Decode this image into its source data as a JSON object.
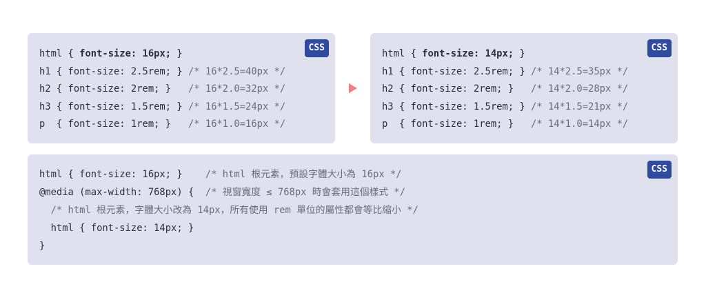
{
  "badge_label": "CSS",
  "accent_color": "#2f4a9f",
  "arrow_color": "#f08080",
  "card1": {
    "lines": [
      {
        "pre": "html { ",
        "bold": "font-size: 16px;",
        "post": " }",
        "comment": ""
      },
      {
        "pre": "h1 { font-size: 2.5rem; } ",
        "bold": "",
        "post": "",
        "comment": "/* 16*2.5=40px */"
      },
      {
        "pre": "h2 { font-size: 2rem; }   ",
        "bold": "",
        "post": "",
        "comment": "/* 16*2.0=32px */"
      },
      {
        "pre": "h3 { font-size: 1.5rem; } ",
        "bold": "",
        "post": "",
        "comment": "/* 16*1.5=24px */"
      },
      {
        "pre": "p  { font-size: 1rem; }   ",
        "bold": "",
        "post": "",
        "comment": "/* 16*1.0=16px */"
      }
    ]
  },
  "card2": {
    "lines": [
      {
        "pre": "html { ",
        "bold": "font-size: 14px;",
        "post": " }",
        "comment": ""
      },
      {
        "pre": "h1 { font-size: 2.5rem; } ",
        "bold": "",
        "post": "",
        "comment": "/* 14*2.5=35px */"
      },
      {
        "pre": "h2 { font-size: 2rem; }   ",
        "bold": "",
        "post": "",
        "comment": "/* 14*2.0=28px */"
      },
      {
        "pre": "h3 { font-size: 1.5rem; } ",
        "bold": "",
        "post": "",
        "comment": "/* 14*1.5=21px */"
      },
      {
        "pre": "p  { font-size: 1rem; }   ",
        "bold": "",
        "post": "",
        "comment": "/* 14*1.0=14px */"
      }
    ]
  },
  "card3": {
    "lines": [
      {
        "pre": "html { font-size: 16px; }    ",
        "bold": "",
        "post": "",
        "comment": "/* html 根元素，預設字體大小為 16px */"
      },
      {
        "pre": "@media (max-width: 768px) {  ",
        "bold": "",
        "post": "",
        "comment": "/* 視窗寬度 ≤ 768px 時會套用這個樣式 */"
      },
      {
        "pre": "  ",
        "bold": "",
        "post": "",
        "comment": "/* html 根元素，字體大小改為 14px，所有使用 rem 單位的屬性都會等比縮小 */"
      },
      {
        "pre": "  html { font-size: 14px; }",
        "bold": "",
        "post": "",
        "comment": ""
      },
      {
        "pre": "}",
        "bold": "",
        "post": "",
        "comment": ""
      }
    ]
  }
}
